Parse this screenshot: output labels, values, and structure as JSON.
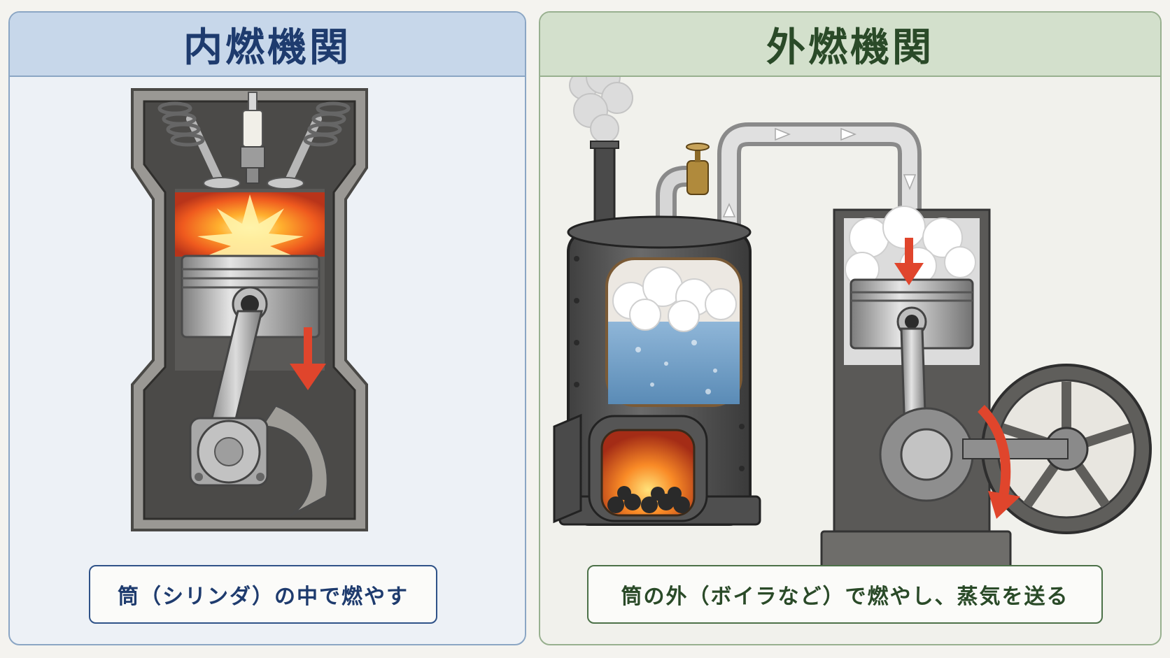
{
  "left_panel": {
    "title": "内燃機関",
    "caption": "筒（シリンダ）の中で燃やす",
    "accent_color": "#1e3b6e"
  },
  "right_panel": {
    "title": "外燃機関",
    "caption": "筒の外（ボイラなど）で燃やし、蒸気を送る",
    "accent_color": "#2a4a28"
  }
}
